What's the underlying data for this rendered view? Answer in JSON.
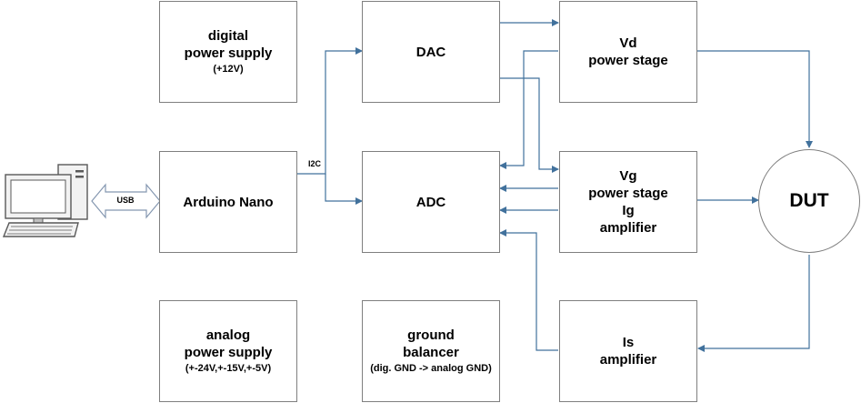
{
  "blocks": {
    "digital_power": {
      "title_1": "digital",
      "title_2": "power supply",
      "note": "(+12V)"
    },
    "arduino": {
      "title": "Arduino Nano"
    },
    "analog_power": {
      "title_1": "analog",
      "title_2": "power supply",
      "note": "(+-24V,+-15V,+-5V)"
    },
    "dac": {
      "title": "DAC"
    },
    "adc": {
      "title": "ADC"
    },
    "ground_balancer": {
      "title_1": "ground",
      "title_2": "balancer",
      "note": "(dig. GND -> analog GND)"
    },
    "vd_stage": {
      "title_1": "Vd",
      "title_2": "power stage"
    },
    "vg_stage": {
      "title_1": "Vg",
      "title_2": "power stage",
      "title_3": "Ig",
      "title_4": "amplifier"
    },
    "is_amp": {
      "title_1": "Is",
      "title_2": "amplifier"
    },
    "dut": {
      "title": "DUT"
    }
  },
  "connectors": {
    "usb": "USB",
    "i2c": "I2C"
  },
  "colors": {
    "wire": "#41719c",
    "border": "#7f7f7f",
    "computer": "#595959",
    "usb_arrow": "#8497b0"
  },
  "icons": {
    "computer": "desktop-computer-icon"
  }
}
